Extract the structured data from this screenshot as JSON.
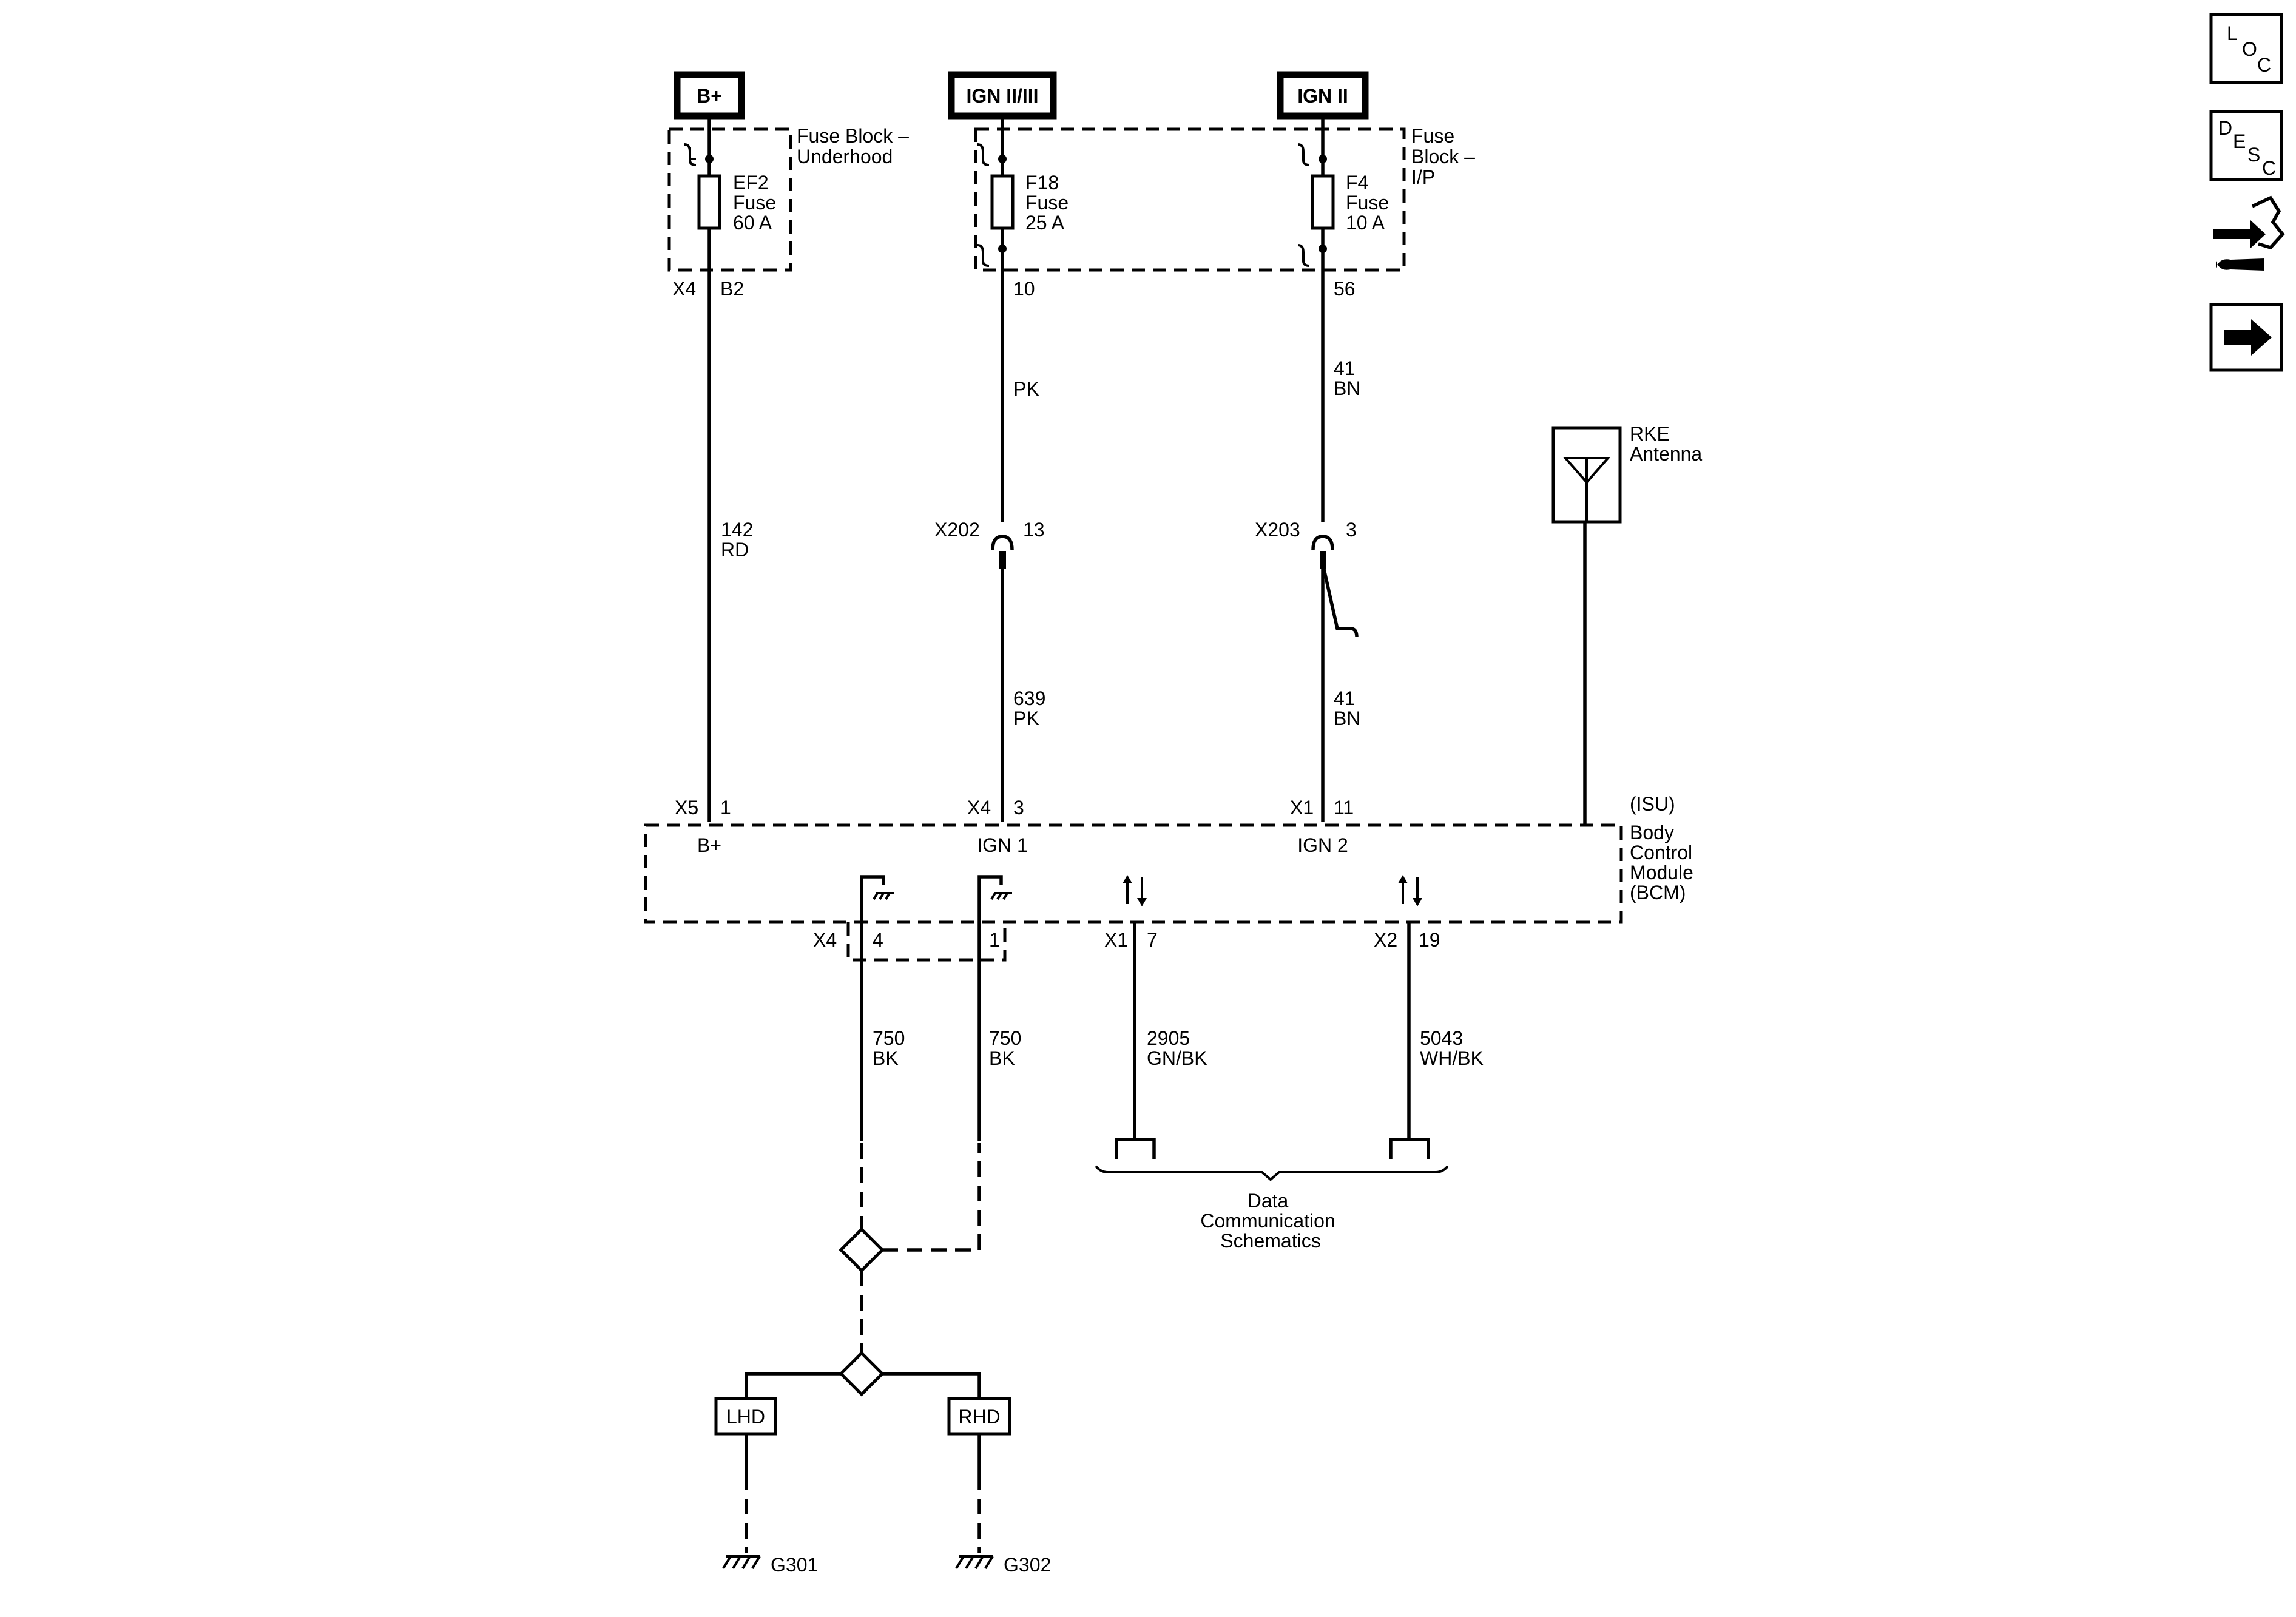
{
  "power_sources": {
    "bplus": "B+",
    "ign23": "IGN II/III",
    "ign2": "IGN II"
  },
  "fuse_blocks": {
    "underhood": [
      "Fuse Block –",
      "Underhood"
    ],
    "ip": [
      "Fuse",
      "Block –",
      "I/P"
    ]
  },
  "fuses": {
    "ef2": [
      "EF2",
      "Fuse",
      "60 A"
    ],
    "f18": [
      "F18",
      "Fuse",
      "25 A"
    ],
    "f4": [
      "F4",
      "Fuse",
      "10 A"
    ]
  },
  "pins": {
    "ef2_conn": "X4",
    "ef2_pin": "B2",
    "f18_pin": "10",
    "f4_pin": "56",
    "x202_conn": "X202",
    "x202_pin": "13",
    "x203_conn": "X203",
    "x203_pin": "3",
    "bcm_x5": "X5",
    "bcm_x5_pin": "1",
    "bcm_x4": "X4",
    "bcm_x4_pin": "3",
    "bcm_x1": "X1",
    "bcm_x1_pin": "11",
    "gnd_x4": "X4",
    "gnd_pin4": "4",
    "gnd_pin1": "1",
    "data_x1": "X1",
    "data_x1_pin": "7",
    "data_x2": "X2",
    "data_x2_pin": "19"
  },
  "wires": {
    "w142": [
      "142",
      "RD"
    ],
    "wpk": [
      "PK"
    ],
    "w639": [
      "639",
      "PK"
    ],
    "w41a": [
      "41",
      "BN"
    ],
    "w41b": [
      "41",
      "BN"
    ],
    "w750a": [
      "750",
      "BK"
    ],
    "w750b": [
      "750",
      "BK"
    ],
    "w2905": [
      "2905",
      "GN/BK"
    ],
    "w5043": [
      "5043",
      "WH/BK"
    ]
  },
  "bcm": {
    "isu": "(ISU)",
    "name": [
      "Body",
      "Control",
      "Module",
      "(BCM)"
    ],
    "pin_bplus": "B+",
    "pin_ign1": "IGN 1",
    "pin_ign2": "IGN 2"
  },
  "rke": [
    "RKE",
    "Antenna"
  ],
  "data_comm": [
    "Data",
    "Communication",
    "Schematics"
  ],
  "variants": {
    "lhd": "LHD",
    "rhd": "RHD"
  },
  "grounds": {
    "g301": "G301",
    "g302": "G302"
  },
  "side_icons": [
    "loc-icon",
    "desc-icon",
    "connector-repair-icon",
    "next-arrow-icon"
  ],
  "loc_letters": [
    "L",
    "O",
    "C"
  ],
  "desc_letters": [
    "D",
    "E",
    "S",
    "C"
  ]
}
